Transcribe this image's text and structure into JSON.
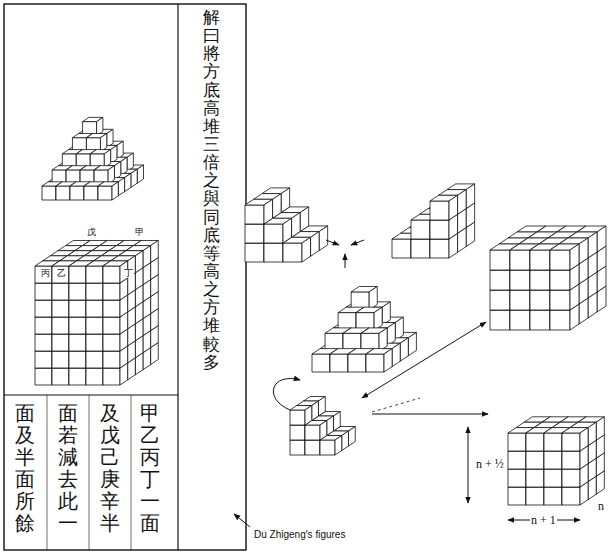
{
  "diagram": {
    "labels": [
      "解曰將方底高堆三倍之與同底等高之方堆較多",
      "甲乙丙丁一面",
      "及戊己庚辛半",
      "面若減去此一",
      "面及半面所餘",
      "戊",
      "甲",
      "丙",
      "乙",
      "丁",
      "Du Zhigeng's figures",
      "n + ½",
      "n + 1",
      "n"
    ]
  }
}
